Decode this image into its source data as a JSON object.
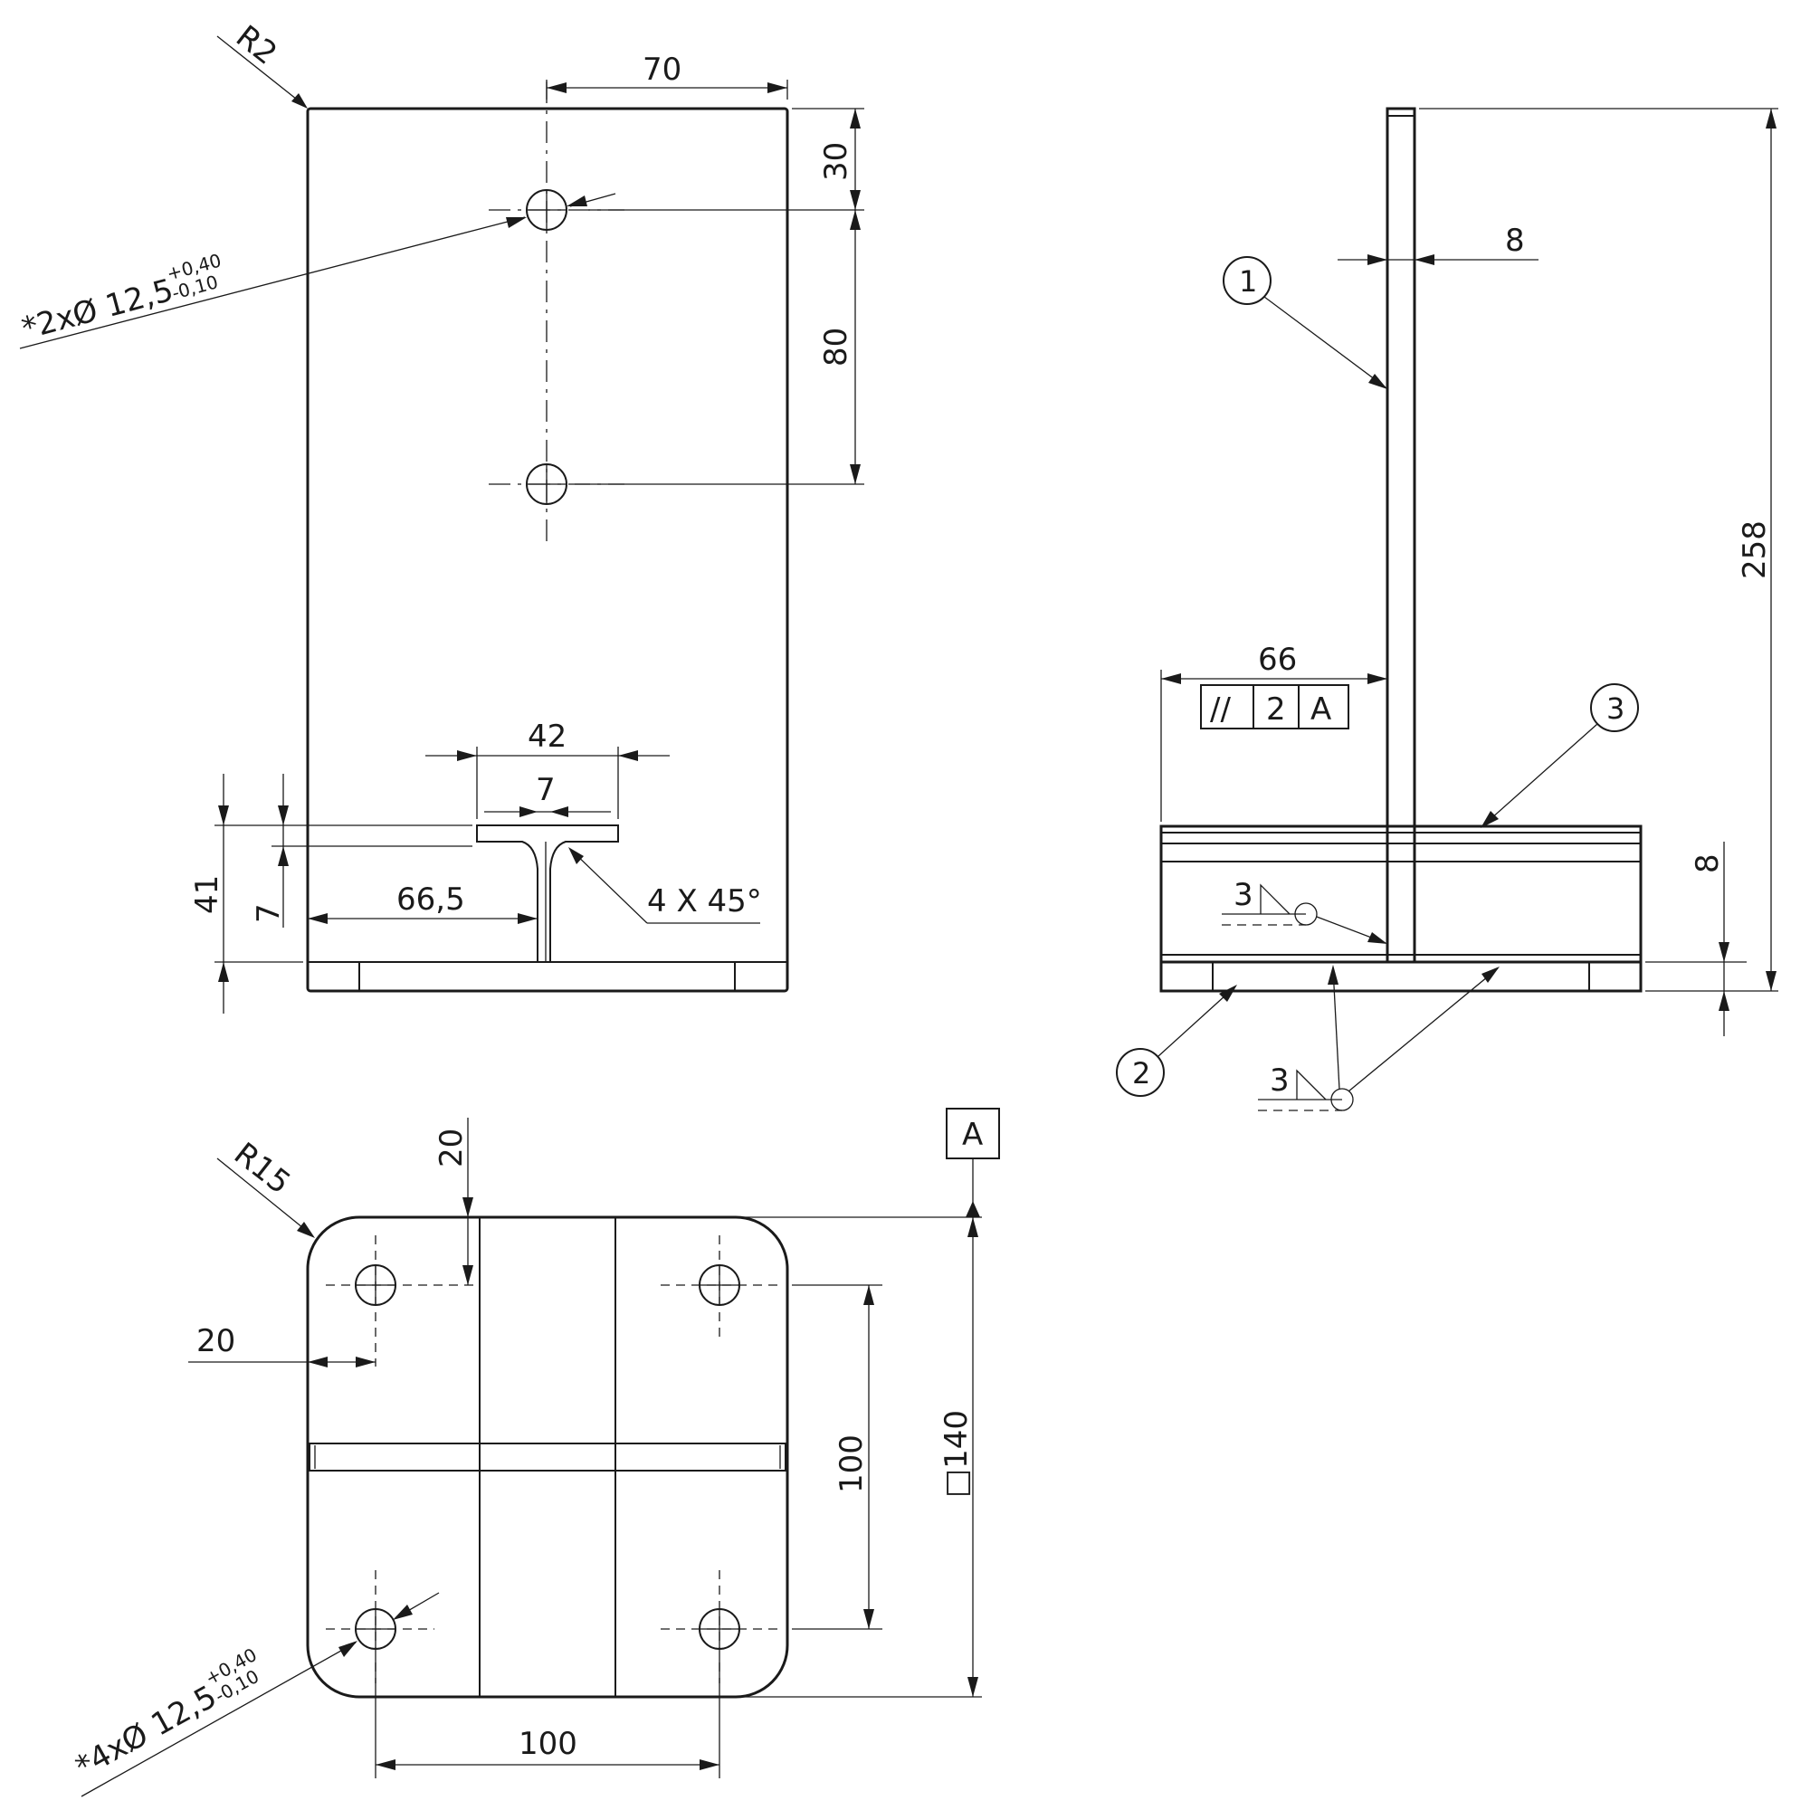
{
  "front_view": {
    "corner_radius": "R2",
    "width": "70",
    "hole_offset_top": "30",
    "hole_spacing": "80",
    "hole_callout_prefix": "*2x",
    "hole_callout_dia": "Ø 12,5",
    "tol_upper": "+0,40",
    "tol_lower": "-0,10",
    "tee_flange_width": "42",
    "tee_web": "7",
    "tee_height": "41",
    "tee_flange_thickness": "7",
    "tee_offset": "66,5",
    "chamfer": "4 X 45°"
  },
  "side_view": {
    "total_height": "258",
    "plate_thickness": "8",
    "base_thickness": "8",
    "offset": "66",
    "tolerance_frame": [
      "//",
      "2",
      "A"
    ],
    "weld_size_1": "3",
    "weld_size_2": "3",
    "balloons": [
      "1",
      "2",
      "3"
    ]
  },
  "top_view": {
    "datum": "A",
    "corner_radius": "R15",
    "edge_offset_y": "20",
    "edge_offset_x": "20",
    "hole_spacing_y": "100",
    "hole_spacing_x": "100",
    "square_size": "□140",
    "hole_callout_prefix": "*4x",
    "hole_callout_dia": "Ø 12,5",
    "tol_upper": "+0,40",
    "tol_lower": "-0,10"
  }
}
